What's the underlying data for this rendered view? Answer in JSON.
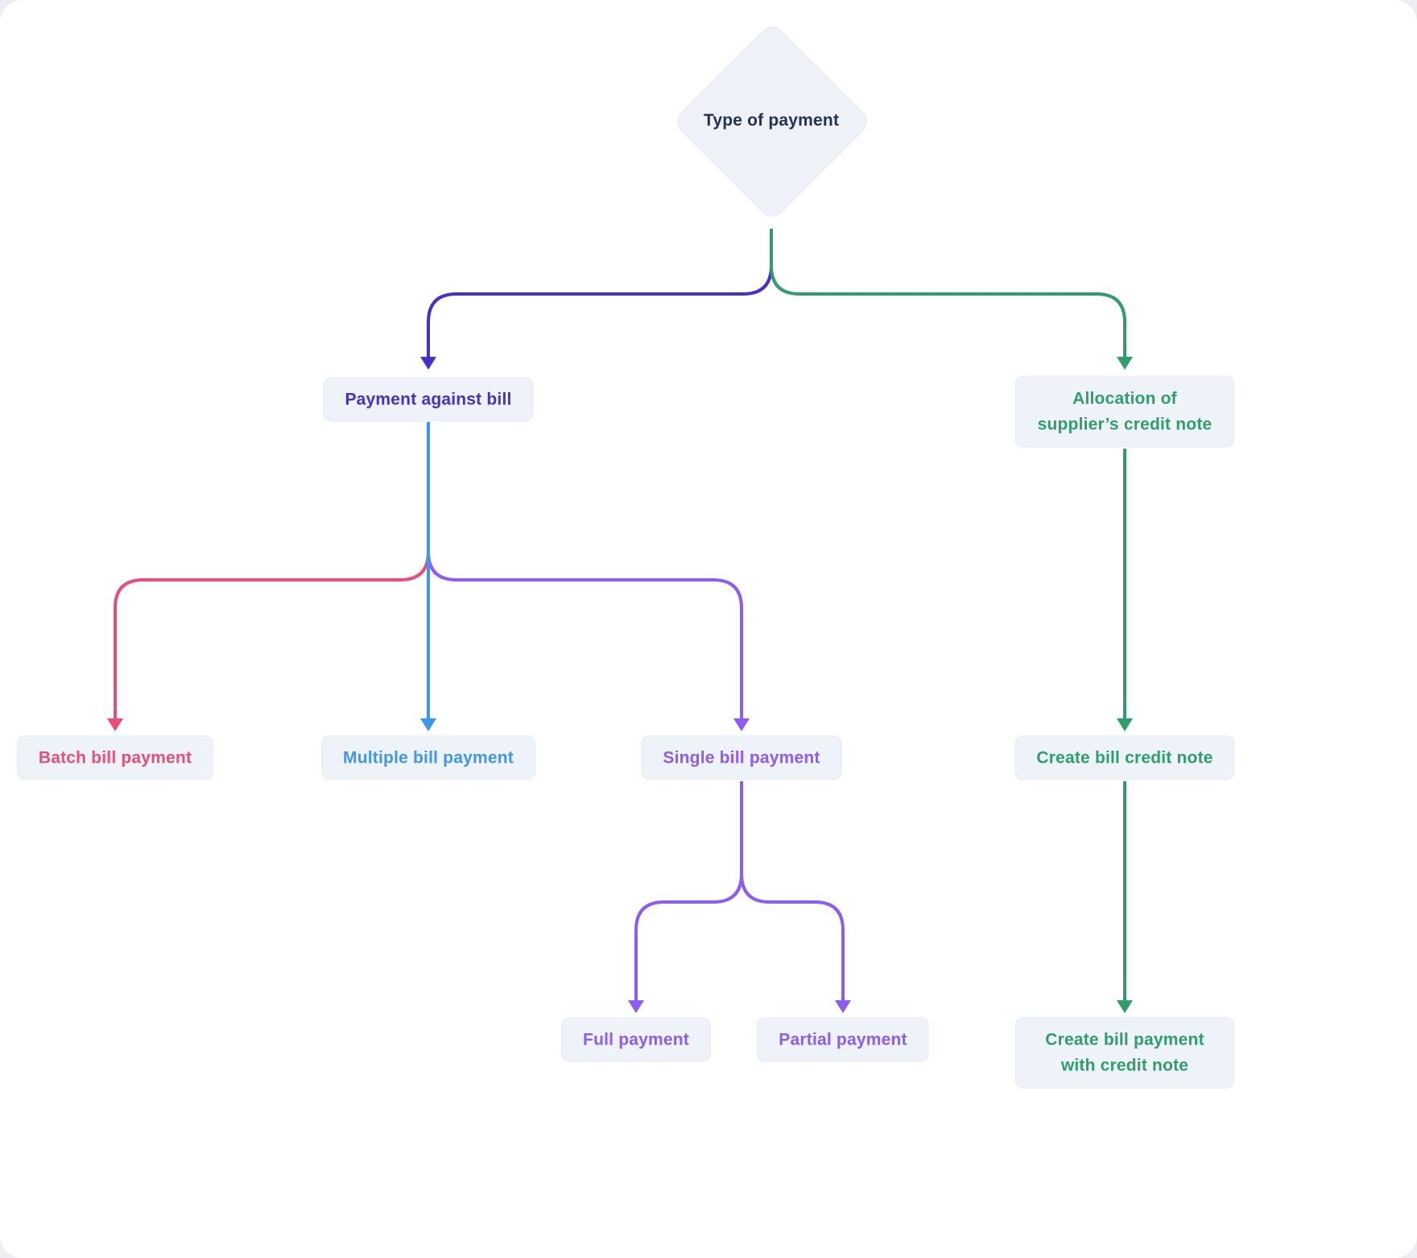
{
  "colors": {
    "navy": "#233255",
    "indigo": "#4630CB",
    "green": "#2F9E6C",
    "pink": "#E84E78",
    "blue": "#3E97EC",
    "purple": "#8B5CF6"
  },
  "nodes": {
    "root": {
      "label": "Type of payment"
    },
    "payment_against_bill": {
      "label": "Payment against bill"
    },
    "allocation_supplier_credit_note": {
      "label": "Allocation of supplier’s credit note"
    },
    "batch_bill_payment": {
      "label": "Batch bill payment"
    },
    "multiple_bill_payment": {
      "label": "Multiple bill payment"
    },
    "single_bill_payment": {
      "label": "Single bill payment"
    },
    "full_payment": {
      "label": "Full payment"
    },
    "partial_payment": {
      "label": "Partial payment"
    },
    "create_bill_credit_note": {
      "label": "Create bill credit note"
    },
    "create_bill_payment_with_credit_note": {
      "label": "Create bill payment with credit note"
    }
  }
}
